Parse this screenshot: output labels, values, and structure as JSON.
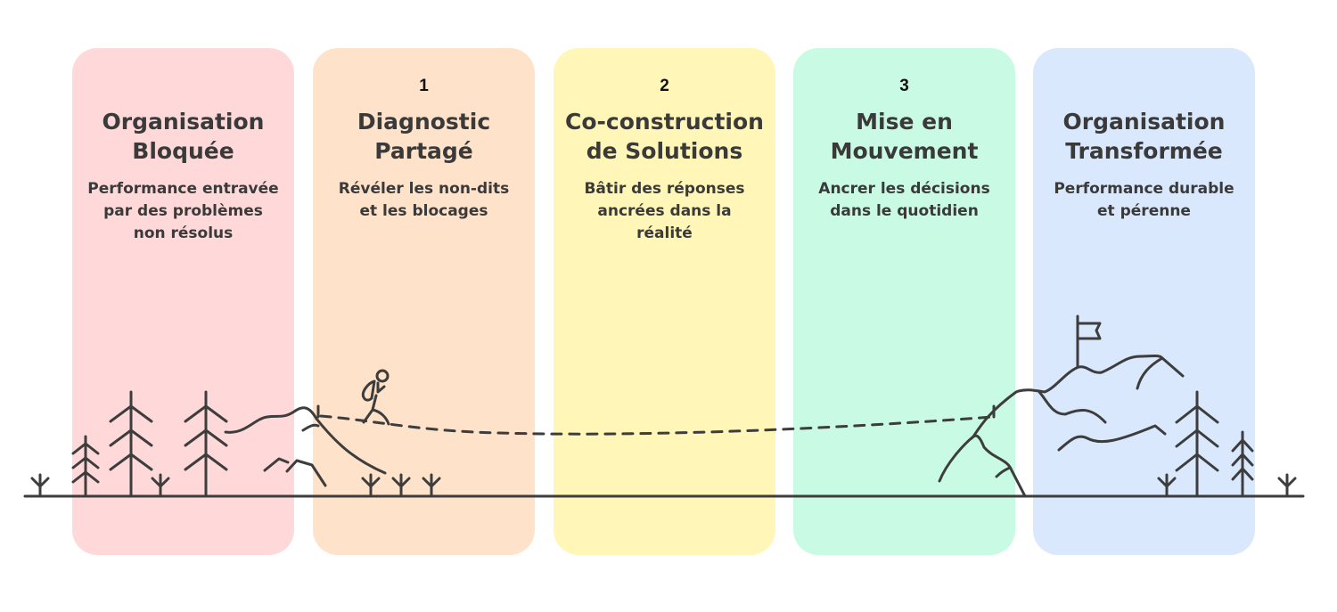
{
  "colors": {
    "stage1": "#ffd9d9",
    "stage2": "#fee2c9",
    "stage3": "#fff6b8",
    "stage4": "#c9fbe4",
    "stage5": "#dae8fd",
    "ink": "#3d3d3d"
  },
  "stages": [
    {
      "number": "",
      "title": "Organisation Bloquée",
      "subtitle": "Performance entravée par des problèmes non résolus"
    },
    {
      "number": "1",
      "title": "Diagnostic Partagé",
      "subtitle": "Révéler les non-dits et les blocages"
    },
    {
      "number": "2",
      "title": "Co-construction de Solutions",
      "subtitle": "Bâtir des réponses ancrées dans la réalité"
    },
    {
      "number": "3",
      "title": "Mise en Mouvement",
      "subtitle": "Ancrer les décisions dans le quotidien"
    },
    {
      "number": "",
      "title": "Organisation Transformée",
      "subtitle": "Performance durable et pérenne"
    }
  ]
}
